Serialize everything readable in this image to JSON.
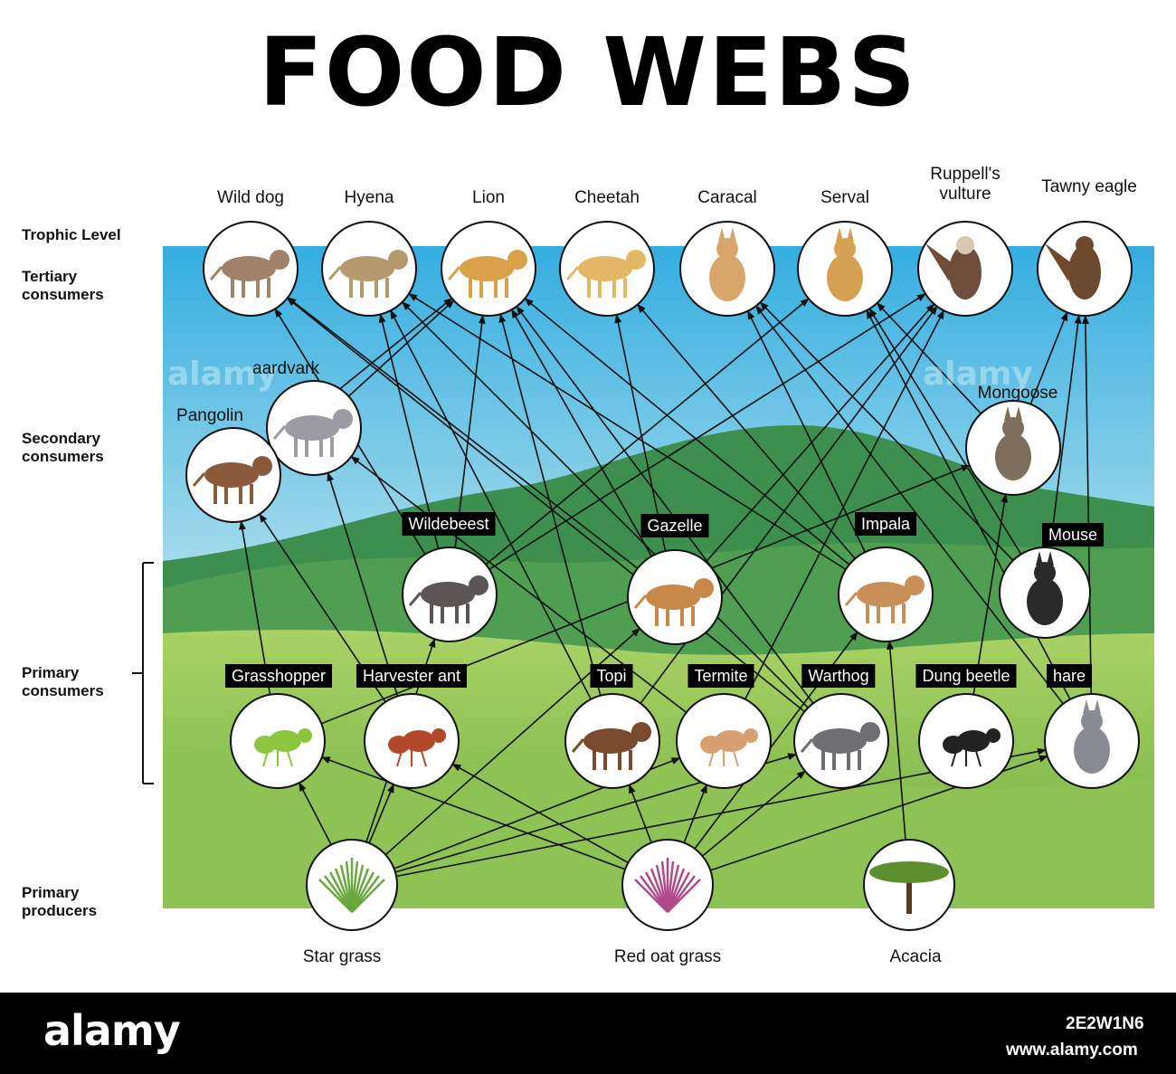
{
  "title": "FOOD WEBS",
  "levels": {
    "trophic": "Trophic Level",
    "tertiary": [
      "Tertiary",
      "consumers"
    ],
    "secondary": [
      "Secondary",
      "consumers"
    ],
    "primary": [
      "Primary",
      "consumers"
    ],
    "producers": [
      "Primary",
      "producers"
    ]
  },
  "tertiary": [
    {
      "id": "wild-dog",
      "label": [
        "Wild dog"
      ],
      "icon": "wild-dog-icon"
    },
    {
      "id": "hyena",
      "label": [
        "Hyena"
      ],
      "icon": "hyena-icon"
    },
    {
      "id": "lion",
      "label": [
        "Lion"
      ],
      "icon": "lion-icon"
    },
    {
      "id": "cheetah",
      "label": [
        "Cheetah"
      ],
      "icon": "cheetah-icon"
    },
    {
      "id": "caracal",
      "label": [
        "Caracal"
      ],
      "icon": "caracal-icon"
    },
    {
      "id": "serval",
      "label": [
        "Serval"
      ],
      "icon": "serval-icon"
    },
    {
      "id": "vulture",
      "label": [
        "Ruppell's",
        "vulture"
      ],
      "icon": "vulture-icon"
    },
    {
      "id": "eagle",
      "label": [
        "Tawny eagle"
      ],
      "icon": "eagle-icon"
    }
  ],
  "secondary": [
    {
      "id": "aardvark",
      "label": "aardvark",
      "icon": "aardvark-icon"
    },
    {
      "id": "pangolin",
      "label": "Pangolin",
      "icon": "pangolin-icon"
    },
    {
      "id": "mongoose",
      "label": "Mongoose",
      "icon": "mongoose-icon"
    }
  ],
  "primary_tags": [
    {
      "id": "wildebeest",
      "label": "Wildebeest",
      "icon": "wildebeest-icon"
    },
    {
      "id": "gazelle",
      "label": "Gazelle",
      "icon": "gazelle-icon"
    },
    {
      "id": "impala",
      "label": "Impala",
      "icon": "impala-icon"
    },
    {
      "id": "mouse",
      "label": "Mouse",
      "icon": "mouse-icon"
    },
    {
      "id": "grasshopper",
      "label": "Grasshopper",
      "icon": "grasshopper-icon"
    },
    {
      "id": "ant",
      "label": "Harvester ant",
      "icon": "ant-icon"
    },
    {
      "id": "topi",
      "label": "Topi",
      "icon": "topi-icon"
    },
    {
      "id": "termite",
      "label": "Termite",
      "icon": "termite-icon"
    },
    {
      "id": "warthog",
      "label": "Warthog",
      "icon": "warthog-icon"
    },
    {
      "id": "beetle",
      "label": "Dung beetle",
      "icon": "beetle-icon"
    },
    {
      "id": "hare",
      "label": "hare",
      "icon": "hare-icon"
    }
  ],
  "producers": [
    {
      "id": "star-grass",
      "label": "Star grass",
      "icon": "star-grass-icon"
    },
    {
      "id": "red-oat",
      "label": "Red oat grass",
      "icon": "red-oat-grass-icon"
    },
    {
      "id": "acacia",
      "label": "Acacia",
      "icon": "acacia-icon"
    }
  ],
  "links": [
    [
      "star-grass",
      "grasshopper"
    ],
    [
      "star-grass",
      "ant"
    ],
    [
      "star-grass",
      "wildebeest"
    ],
    [
      "star-grass",
      "gazelle"
    ],
    [
      "star-grass",
      "warthog"
    ],
    [
      "star-grass",
      "hare"
    ],
    [
      "star-grass",
      "termite"
    ],
    [
      "red-oat",
      "grasshopper"
    ],
    [
      "red-oat",
      "ant"
    ],
    [
      "red-oat",
      "topi"
    ],
    [
      "red-oat",
      "termite"
    ],
    [
      "red-oat",
      "impala"
    ],
    [
      "red-oat",
      "hare"
    ],
    [
      "red-oat",
      "warthog"
    ],
    [
      "acacia",
      "impala"
    ],
    [
      "grasshopper",
      "pangolin"
    ],
    [
      "grasshopper",
      "mongoose"
    ],
    [
      "ant",
      "aardvark"
    ],
    [
      "ant",
      "pangolin"
    ],
    [
      "termite",
      "aardvark"
    ],
    [
      "termite",
      "vulture"
    ],
    [
      "beetle",
      "mongoose"
    ],
    [
      "mouse",
      "eagle"
    ],
    [
      "hare",
      "eagle"
    ],
    [
      "wildebeest",
      "wild-dog"
    ],
    [
      "wildebeest",
      "hyena"
    ],
    [
      "wildebeest",
      "lion"
    ],
    [
      "wildebeest",
      "vulture"
    ],
    [
      "wildebeest",
      "serval"
    ],
    [
      "gazelle",
      "wild-dog"
    ],
    [
      "gazelle",
      "lion"
    ],
    [
      "gazelle",
      "cheetah"
    ],
    [
      "gazelle",
      "vulture"
    ],
    [
      "impala",
      "lion"
    ],
    [
      "impala",
      "hyena"
    ],
    [
      "impala",
      "cheetah"
    ],
    [
      "impala",
      "caracal"
    ],
    [
      "topi",
      "lion"
    ],
    [
      "topi",
      "hyena"
    ],
    [
      "topi",
      "vulture"
    ],
    [
      "warthog",
      "lion"
    ],
    [
      "warthog",
      "hyena"
    ],
    [
      "warthog",
      "wild-dog"
    ],
    [
      "hare",
      "caracal"
    ],
    [
      "hare",
      "serval"
    ],
    [
      "mouse",
      "caracal"
    ],
    [
      "mouse",
      "serval"
    ],
    [
      "mongoose",
      "serval"
    ],
    [
      "mongoose",
      "eagle"
    ],
    [
      "aardvark",
      "lion"
    ],
    [
      "pangolin",
      "lion"
    ]
  ],
  "watermark": {
    "logo": "alamy",
    "image_id": "2E2W1N6",
    "url": "www.alamy.com",
    "overlay": [
      "alamy",
      "alamy"
    ]
  },
  "colors": {
    "sky_top": "#2fa8d8",
    "sky_bottom": "#e2f2f0",
    "hill": "#4f9a55",
    "field": "#9bc95a",
    "line": "#111111"
  }
}
